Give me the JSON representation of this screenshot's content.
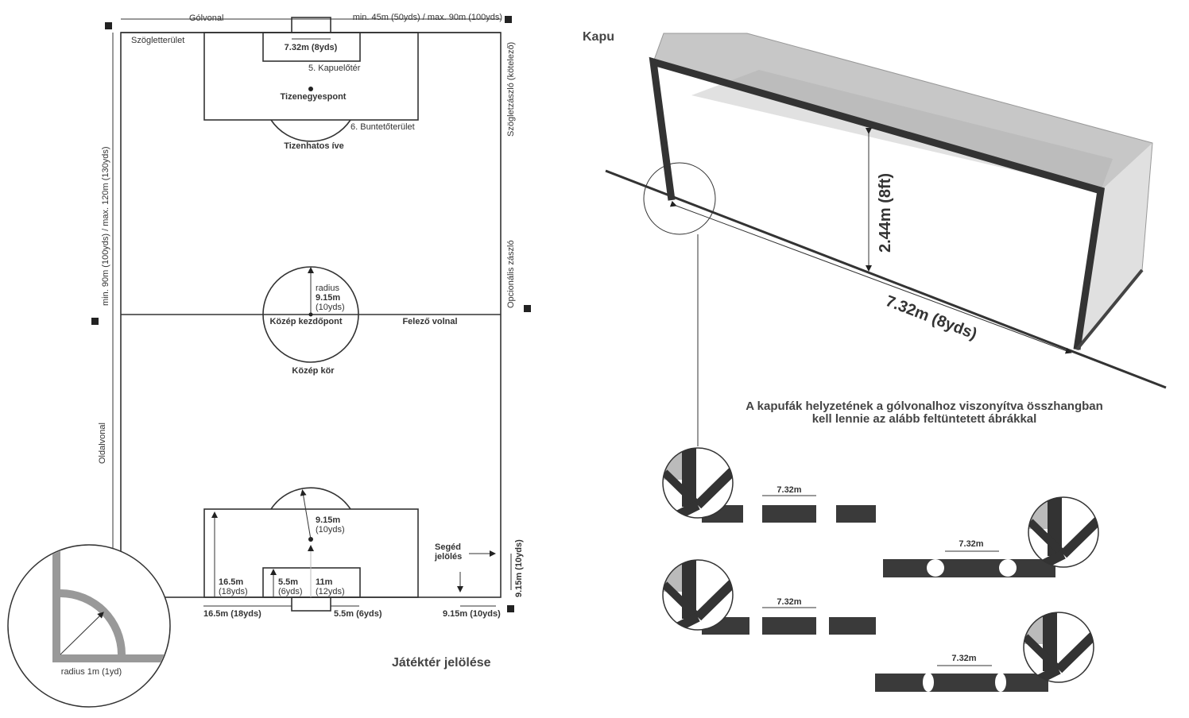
{
  "pitch": {
    "title": "Játéktér jelölése",
    "goal_line": "Gólvonal",
    "width_range": "min. 45m (50yds) / max. 90m (100yds)",
    "corner_area": "Szögletterület",
    "corner_flag": "Szögletzászló (kötelező)",
    "goal_width": "7.32m (8yds)",
    "goal_area": "5. Kapuelőtér",
    "penalty_spot": "Tizenegyespont",
    "penalty_area": "6. Buntetőterület",
    "penalty_arc": "Tizenhatos íve",
    "length_range": "min. 90m (100yds) / max. 120m (130yds)",
    "optional_flag": "Opcionális zászló",
    "radius_label": "radius",
    "radius_m": "9.15m",
    "radius_yds": "(10yds)",
    "center_spot": "Közép kezdőpont",
    "halfway_line": "Felező volnal",
    "center_circle": "Közép kör",
    "touchline": "Oldalvonal",
    "arc_dist_m": "9.15m",
    "arc_dist_yds": "(10yds)",
    "pen_area_depth_m": "16.5m",
    "pen_area_depth_yds": "(18yds)",
    "goal_area_depth_m": "5.5m",
    "goal_area_depth_yds": "(6yds)",
    "spot_dist_m": "11m",
    "spot_dist_yds": "(12yds)",
    "helper_mark_1": "Segéd",
    "helper_mark_2": "jelölés",
    "pen_area_offset": "16.5m (18yds)",
    "goal_area_offset": "5.5m (6yds)",
    "corner_mark_dist": "9.15m (10yds)",
    "corner_mark_dist_vertical": "9.15m (10yds)",
    "corner_radius": "radius 1m (1yd)"
  },
  "goal": {
    "title": "Kapu",
    "height": "2.44m (8ft)",
    "width": "7.32m (8yds)",
    "note_line1": "A kapufák helyzetének a gólvonalhoz viszonyítva összhangban",
    "note_line2": "kell lennie az alább feltüntetett ábrákkal",
    "detail_width": "7.32m"
  }
}
